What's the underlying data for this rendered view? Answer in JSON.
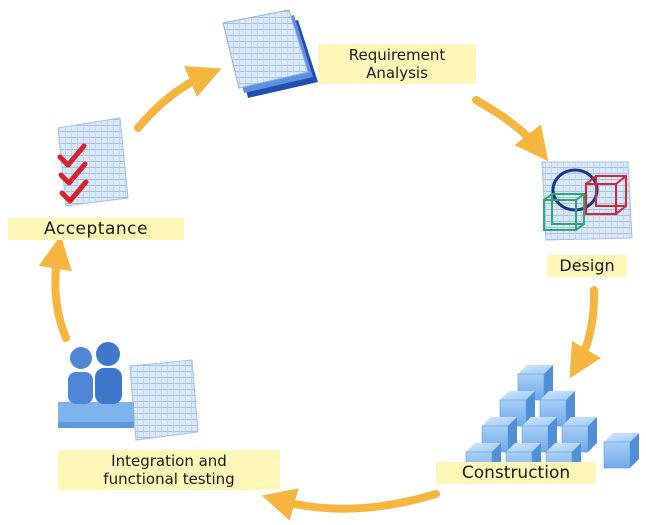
{
  "diagram": {
    "stages": [
      {
        "id": "requirement",
        "lines": [
          "Requirement",
          "Analysis"
        ],
        "icon": "document-stack-icon"
      },
      {
        "id": "design",
        "lines": [
          "Design"
        ],
        "icon": "design-shapes-icon"
      },
      {
        "id": "construction",
        "lines": [
          "Construction"
        ],
        "icon": "building-blocks-icon"
      },
      {
        "id": "integration",
        "lines": [
          "Integration and",
          "functional testing"
        ],
        "icon": "team-document-icon"
      },
      {
        "id": "acceptance",
        "lines": [
          "Acceptance"
        ],
        "icon": "checklist-icon"
      }
    ],
    "colors": {
      "arrow": "#f5b53f",
      "label_bg": "#fff7b8",
      "block_blue": "#8cbff2",
      "paper_blue": "#dbe9fb",
      "check_red": "#d8232a"
    }
  }
}
